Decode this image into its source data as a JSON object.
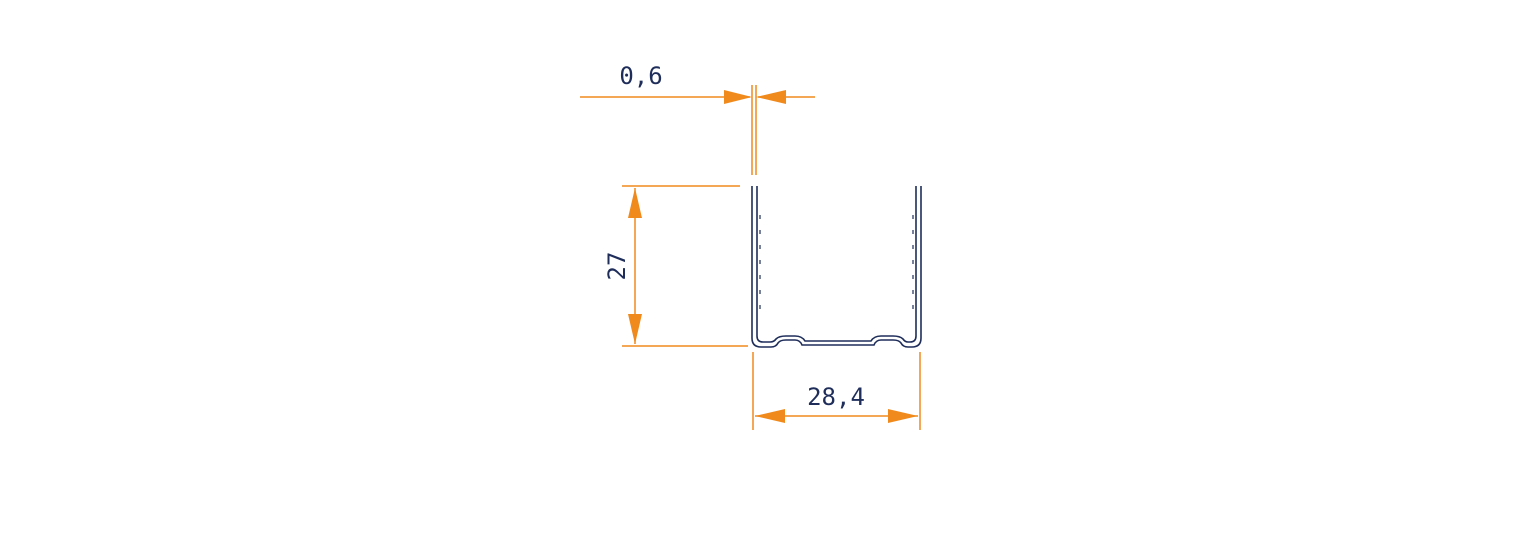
{
  "diagram": {
    "kind": "U-profile cross-section",
    "dimensions": {
      "thickness": "0,6",
      "height": "27",
      "width": "28,4"
    },
    "colors": {
      "dimension_line": "#f08a1c",
      "profile_stroke": "#1e2d5a",
      "label_text": "#1e2d5a",
      "background": "#ffffff"
    }
  }
}
